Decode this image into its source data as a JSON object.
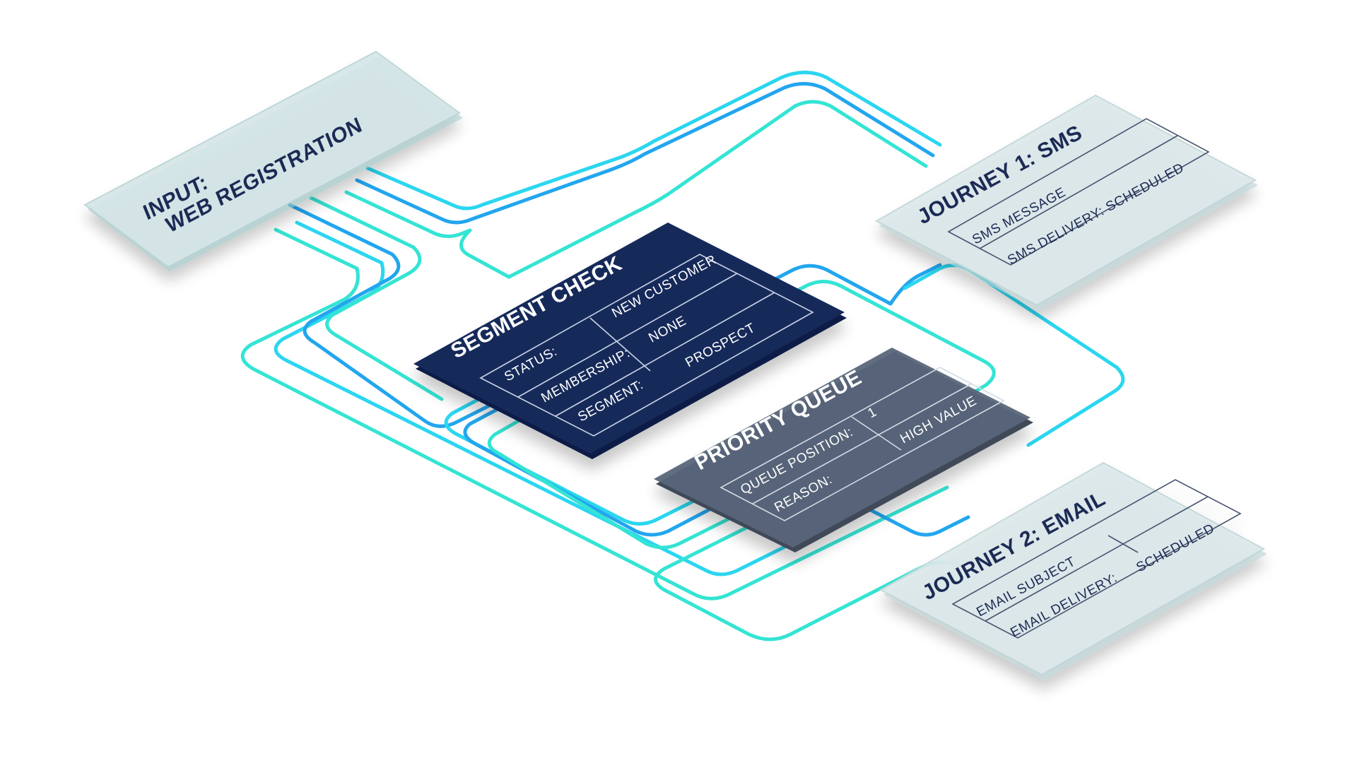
{
  "input_card": {
    "line1": "INPUT:",
    "line2": "WEB REGISTRATION"
  },
  "segment_check": {
    "title": "SEGMENT CHECK",
    "rows": [
      {
        "label": "STATUS:",
        "value": "NEW CUSTOMER"
      },
      {
        "label": "MEMBERSHIP:",
        "value": "NONE"
      },
      {
        "label": "SEGMENT:",
        "value": "PROSPECT"
      }
    ]
  },
  "priority_queue": {
    "title": "PRIORITY QUEUE",
    "rows": [
      {
        "label": "QUEUE POSITION:",
        "value": "1"
      },
      {
        "label": "REASON:",
        "value": "HIGH VALUE"
      }
    ]
  },
  "journey_sms": {
    "title": "JOURNEY 1: SMS",
    "rows": [
      "SMS MESSAGE",
      "SMS DELIVERY: SCHEDULED"
    ]
  },
  "journey_email": {
    "title": "JOURNEY 2: EMAIL",
    "rows": [
      {
        "label": "EMAIL SUBJECT",
        "value": ""
      },
      {
        "label": "EMAIL DELIVERY:",
        "value": "SCHEDULED"
      }
    ]
  },
  "colors": {
    "line_blue": "#22a6ee",
    "line_teal": "#34e4d4",
    "line_cyan": "#2bd6f0",
    "navy_card": "#17295a",
    "slate_card": "#4f5b6c",
    "glass_card": "#d6e6e8",
    "glass_text": "#1d2c55"
  }
}
